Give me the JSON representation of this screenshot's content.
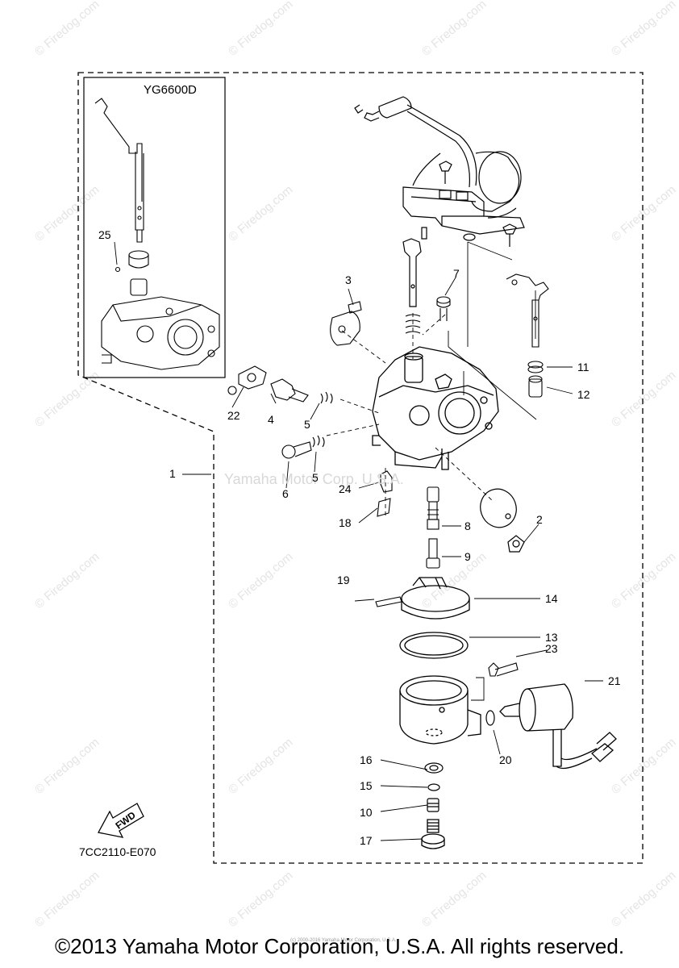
{
  "inset_title": "YG6600D",
  "diagram_code": "7CC2110-E070",
  "fwd_label": "FWD",
  "copyright": "©2013 Yamaha Motor Corporation, U.S.A. All rights reserved.",
  "small_print": "(c) 2000-2016 Yamaha Motor Corporation, U.S.A.",
  "watermark_center": "Yamaha Motor Corp. U.S.A.",
  "watermark_text": "© Firedog.com",
  "part_numbers": {
    "p1": "1",
    "p2": "2",
    "p3": "3",
    "p4": "4",
    "p5a": "5",
    "p5b": "5",
    "p6": "6",
    "p7": "7",
    "p8": "8",
    "p9": "9",
    "p10": "10",
    "p11": "11",
    "p12": "12",
    "p13": "13",
    "p14": "14",
    "p15": "15",
    "p16": "16",
    "p17": "17",
    "p18": "18",
    "p19": "19",
    "p20": "20",
    "p21": "21",
    "p22": "22",
    "p23": "23",
    "p24": "24",
    "p25": "25"
  }
}
